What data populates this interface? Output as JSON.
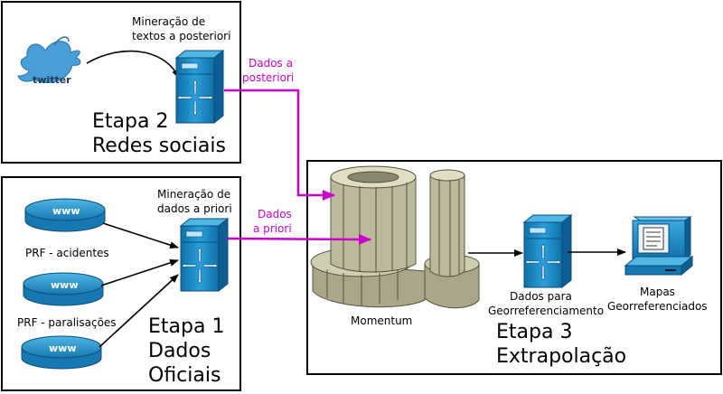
{
  "stage2": {
    "title_line1": "Etapa 2",
    "title_line2": "Redes sociais",
    "mining_line1": "Mineração de",
    "mining_line2": "textos a posteriori",
    "twitter_text": "twitter"
  },
  "stage1": {
    "title_line1": "Etapa 1",
    "title_line2": "Dados",
    "title_line3": "Oficiais",
    "mining_line1": "Mineração de",
    "mining_line2": "dados a priori",
    "sources": [
      {
        "label": "PRF - acidentes",
        "badge": "www"
      },
      {
        "label": "PRF - paralisações",
        "badge": "www"
      },
      {
        "label": "",
        "badge": "www"
      }
    ]
  },
  "stage3": {
    "title_line1": "Etapa 3",
    "title_line2": "Extrapolação",
    "momentum_label": "Momentum",
    "georef_line1": "Dados para",
    "georef_line2": "Georreferenciamento",
    "maps_line1": "Mapas",
    "maps_line2": "Georreferenciados"
  },
  "flows": {
    "posteriori_line1": "Dados a",
    "posteriori_line2": "posteriori",
    "priori_line1": "Dados",
    "priori_line2": "a priori"
  },
  "colors": {
    "flow_magenta": "#cc00cc",
    "server_blue": "#1a8fc8",
    "twitter_blue": "#4a9ed8",
    "momentum_stone": "#cfcdb2"
  }
}
